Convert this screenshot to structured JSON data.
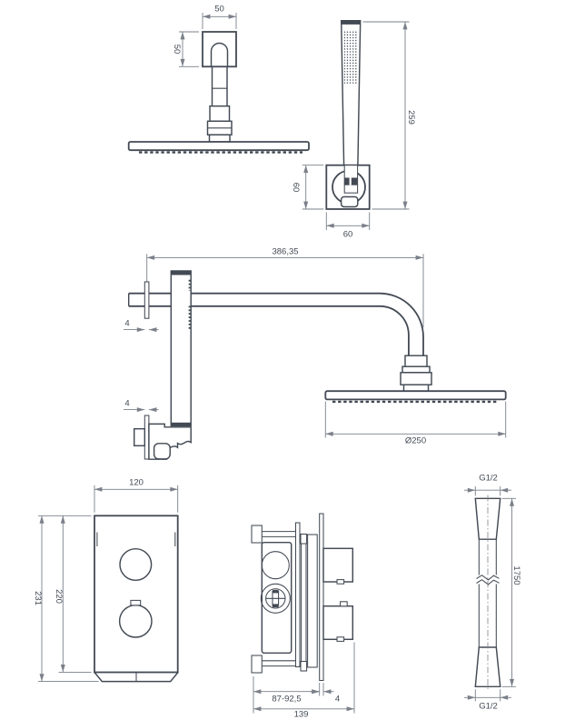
{
  "drawing_type": "shower-set-technical-drawing",
  "views": {
    "overhead_front": {
      "dim_width": "50",
      "dim_height": "50"
    },
    "handshower_front": {
      "dim_height": "259",
      "dim_holder_height": "60",
      "dim_holder_width": "60"
    },
    "arm_side": {
      "dim_length": "386,35",
      "dim_plate_top": "4",
      "dim_plate_bottom": "4",
      "dim_head_diameter": "Ø250"
    },
    "trim_front": {
      "dim_width": "120",
      "dim_total_height": "231",
      "dim_plate_height": "220"
    },
    "valve_side": {
      "dim_depth_range": "87-92,5",
      "dim_plate_thickness": "4",
      "dim_total_depth": "139"
    },
    "hose": {
      "dim_thread_top": "G1/2",
      "dim_length": "1750",
      "dim_thread_bottom": "G1/2"
    }
  },
  "colors": {
    "line": "#434a54",
    "dim_line": "#7a8089",
    "text": "#434a54",
    "background": "#ffffff"
  }
}
